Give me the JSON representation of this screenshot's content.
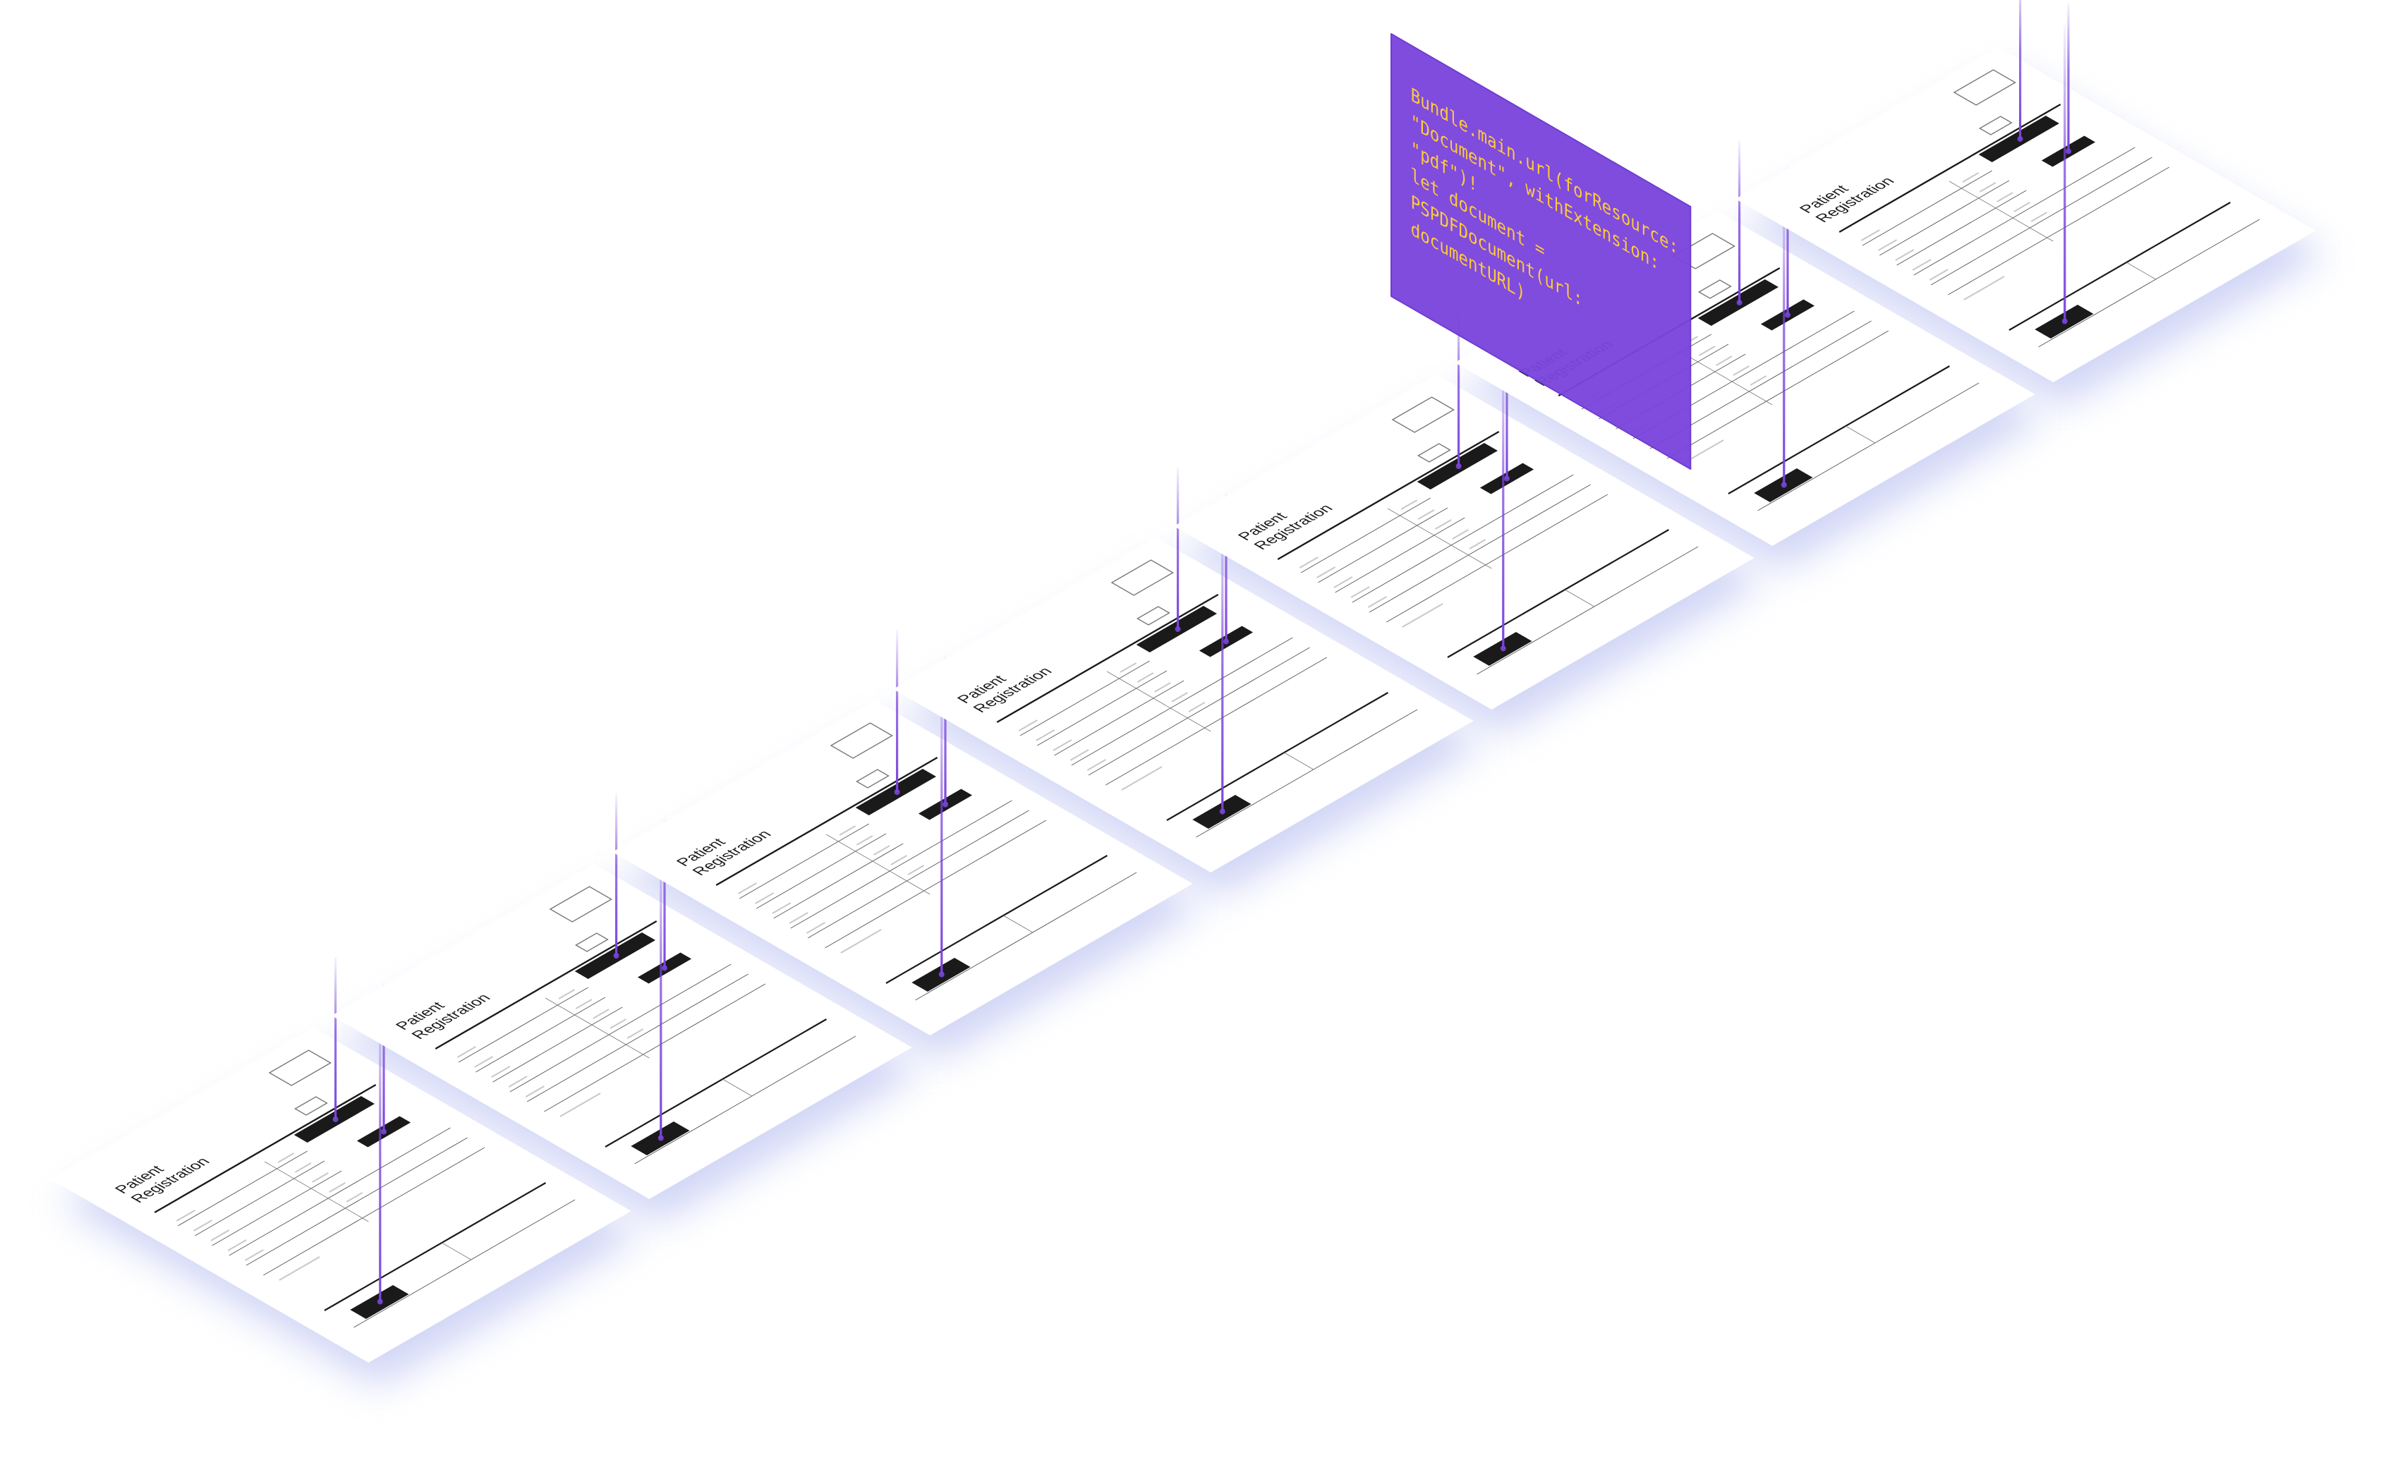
{
  "document_title": [
    "Patient",
    "Registration"
  ],
  "code_lines": [
    "Bundle.main.url(forResource:",
    "\"Document\", withExtension:",
    "\"pdf\")!",
    "let document =",
    "PSPDFDocument(url:",
    "documentURL)"
  ],
  "colors": {
    "accent": "#7a45dc",
    "code_text": "#ffc93c",
    "sheet": "#ffffff",
    "shadow": "#c9cff4",
    "ink": "#1a1a1a"
  }
}
